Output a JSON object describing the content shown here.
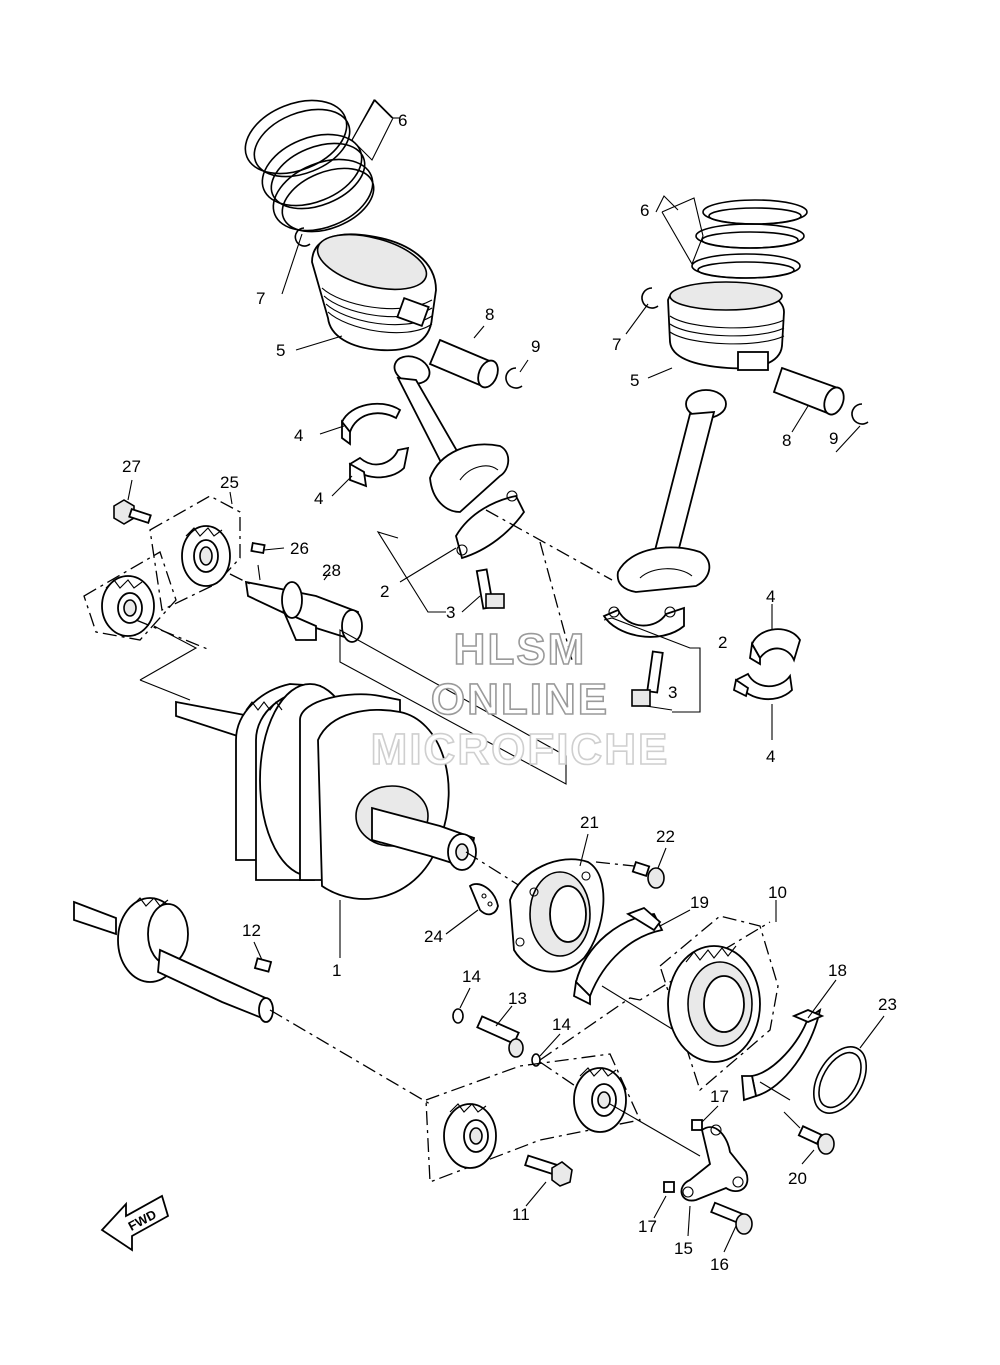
{
  "callouts": [
    {
      "id": "6a",
      "text": "6"
    },
    {
      "id": "6b",
      "text": "6"
    },
    {
      "id": "7a",
      "text": "7"
    },
    {
      "id": "7b",
      "text": "7"
    },
    {
      "id": "8a",
      "text": "8"
    },
    {
      "id": "8b",
      "text": "8"
    },
    {
      "id": "9a",
      "text": "9"
    },
    {
      "id": "9b",
      "text": "9"
    },
    {
      "id": "5a",
      "text": "5"
    },
    {
      "id": "5b",
      "text": "5"
    },
    {
      "id": "4a",
      "text": "4"
    },
    {
      "id": "4b",
      "text": "4"
    },
    {
      "id": "4c",
      "text": "4"
    },
    {
      "id": "4d",
      "text": "4"
    },
    {
      "id": "27",
      "text": "27"
    },
    {
      "id": "25",
      "text": "25"
    },
    {
      "id": "26",
      "text": "26"
    },
    {
      "id": "28",
      "text": "28"
    },
    {
      "id": "2a",
      "text": "2"
    },
    {
      "id": "2b",
      "text": "2"
    },
    {
      "id": "3a",
      "text": "3"
    },
    {
      "id": "3b",
      "text": "3"
    },
    {
      "id": "21",
      "text": "21"
    },
    {
      "id": "22",
      "text": "22"
    },
    {
      "id": "10",
      "text": "10"
    },
    {
      "id": "19",
      "text": "19"
    },
    {
      "id": "24",
      "text": "24"
    },
    {
      "id": "1",
      "text": "1"
    },
    {
      "id": "12",
      "text": "12"
    },
    {
      "id": "14a",
      "text": "14"
    },
    {
      "id": "14b",
      "text": "14"
    },
    {
      "id": "13",
      "text": "13"
    },
    {
      "id": "18",
      "text": "18"
    },
    {
      "id": "23",
      "text": "23"
    },
    {
      "id": "17a",
      "text": "17"
    },
    {
      "id": "17b",
      "text": "17"
    },
    {
      "id": "20",
      "text": "20"
    },
    {
      "id": "11",
      "text": "11"
    },
    {
      "id": "15",
      "text": "15"
    },
    {
      "id": "16",
      "text": "16"
    }
  ],
  "watermark": {
    "line1": "HLSM",
    "line2": "ONLINE",
    "line3": "MICROFICHE"
  },
  "fwd_label": "FWD"
}
